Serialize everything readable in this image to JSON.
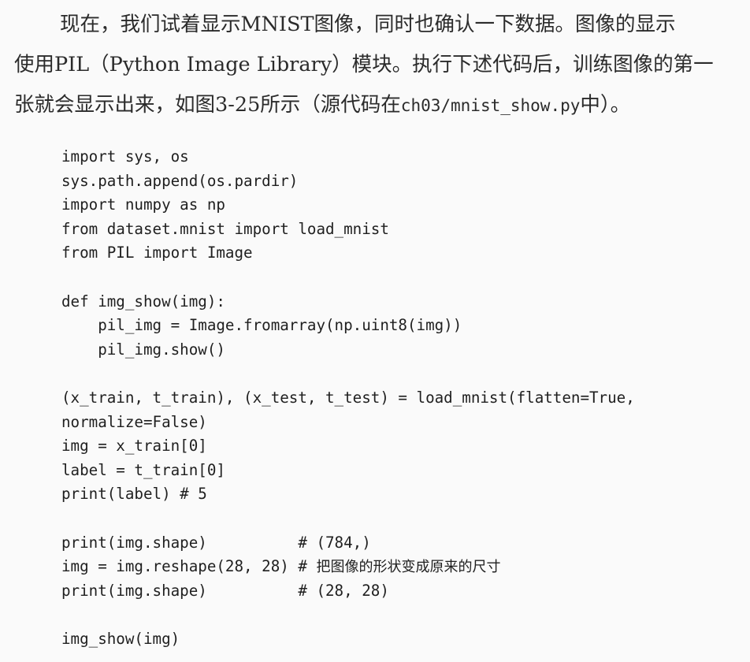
{
  "paragraph": {
    "line1": "现在，我们试着显示MNIST图像，同时也确认一下数据。图像的显示",
    "line2": "使用PIL（Python Image Library）模块。执行下述代码后，训练图像的第一",
    "line3_before": "张就会显示出来，如图3-25所示（源代码在",
    "line3_code": "ch03/mnist_show.py",
    "line3_after": "中）。"
  },
  "code_lines": [
    {
      "text": "import sys, os"
    },
    {
      "text": "sys.path.append(os.pardir)"
    },
    {
      "text": "import numpy as np"
    },
    {
      "text": "from dataset.mnist import load_mnist"
    },
    {
      "text": "from PIL import Image"
    },
    {
      "text": ""
    },
    {
      "text": "def img_show(img):"
    },
    {
      "text": "    pil_img = Image.fromarray(np.uint8(img))"
    },
    {
      "text": "    pil_img.show()"
    },
    {
      "text": ""
    },
    {
      "text": "(x_train, t_train), (x_test, t_test) = load_mnist(flatten=True,"
    },
    {
      "text": "normalize=False)"
    },
    {
      "text": "img = x_train[0]"
    },
    {
      "text": "label = t_train[0]"
    },
    {
      "text": "print(label) # 5"
    },
    {
      "text": ""
    },
    {
      "text": "print(img.shape)          # (784,)"
    },
    {
      "text": "img = img.reshape(28, 28) # ",
      "comment": "把图像的形状变成原来的尺寸"
    },
    {
      "text": "print(img.shape)          # (28, 28)"
    },
    {
      "text": ""
    },
    {
      "text": "img_show(img)"
    }
  ]
}
